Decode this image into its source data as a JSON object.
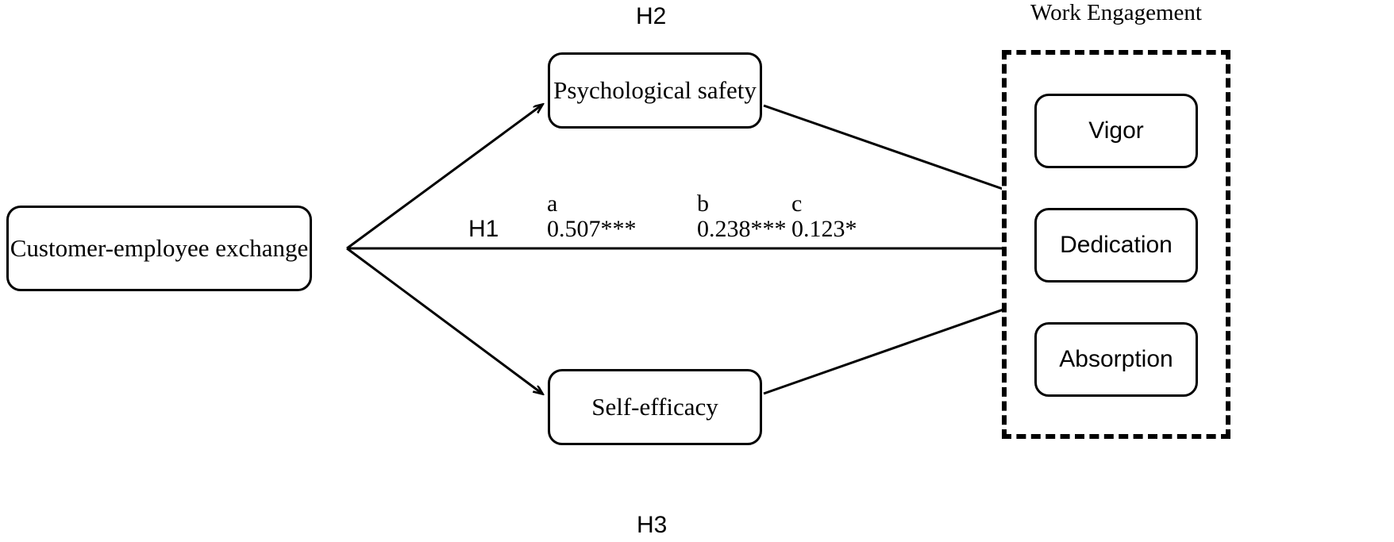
{
  "diagram": {
    "type": "path-model",
    "nodes": {
      "predictor": "Customer-employee exchange",
      "mediator_top": "Psychological safety",
      "mediator_bottom": "Self-efficacy",
      "outcome_group_title": "Work Engagement",
      "outcome_dimensions": [
        "Vigor",
        "Dedication",
        "Absorption"
      ]
    },
    "hypotheses": {
      "h1": "H1",
      "h2": "H2",
      "h3": "H3"
    },
    "paths": [
      {
        "key": "a",
        "label": "a",
        "coefficient": "0.507***"
      },
      {
        "key": "b",
        "label": "b",
        "coefficient": "0.238***"
      },
      {
        "key": "c",
        "label": "c",
        "coefficient": "0.123*"
      }
    ],
    "colors": {
      "stroke": "#000000",
      "background": "#ffffff"
    }
  }
}
